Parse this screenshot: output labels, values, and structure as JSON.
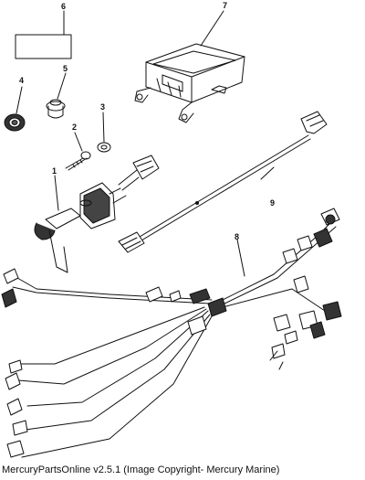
{
  "diagram": {
    "callouts": {
      "c1": "1",
      "c2": "2",
      "c3": "3",
      "c4": "4",
      "c5": "5",
      "c6": "6",
      "c7": "7",
      "c8": "8",
      "c9": "9"
    }
  },
  "footer": {
    "text": "MercuryPartsOnline v2.5.1 (Image Copyright- Mercury Marine)"
  }
}
